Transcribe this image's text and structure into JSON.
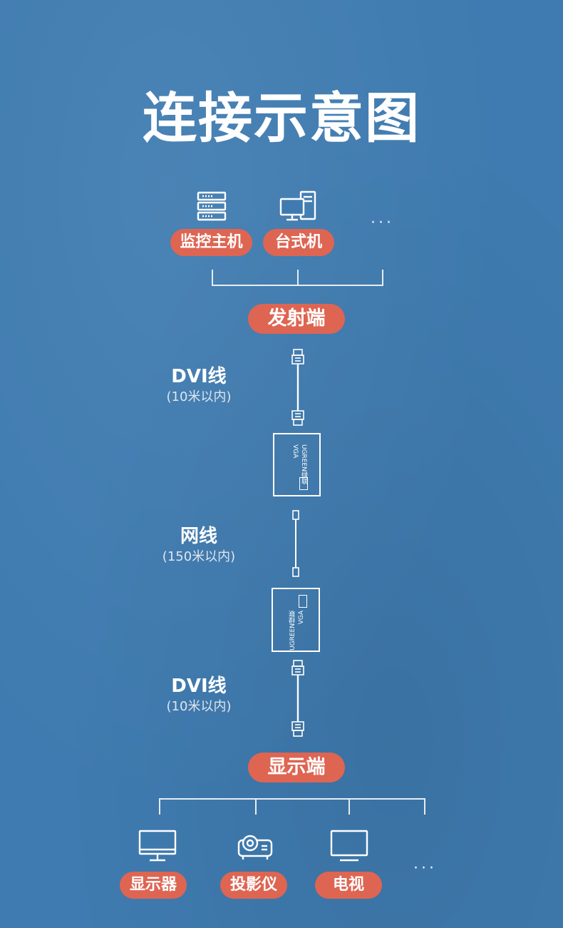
{
  "title": "连接示意图",
  "sources": [
    {
      "label": "监控主机",
      "icon": "server-icon"
    },
    {
      "label": "台式机",
      "icon": "desktop-computer-icon"
    }
  ],
  "sources_more": "···",
  "transmitter_label": "发射端",
  "cables": [
    {
      "name": "DVI线",
      "note": "(10米以内)"
    },
    {
      "name": "网线",
      "note": "(150米以内)"
    },
    {
      "name": "DVI线",
      "note": "(10米以内)"
    }
  ],
  "device_brand": "UGREEN绿联",
  "device_model": "VGA",
  "receiver_label": "显示端",
  "displays": [
    {
      "label": "显示器",
      "icon": "monitor-icon"
    },
    {
      "label": "投影仪",
      "icon": "projector-icon"
    },
    {
      "label": "电视",
      "icon": "tv-icon"
    }
  ],
  "displays_more": "···",
  "colors": {
    "background": "#3f7bb0",
    "pill": "#de6552",
    "line": "#e6edf5"
  }
}
